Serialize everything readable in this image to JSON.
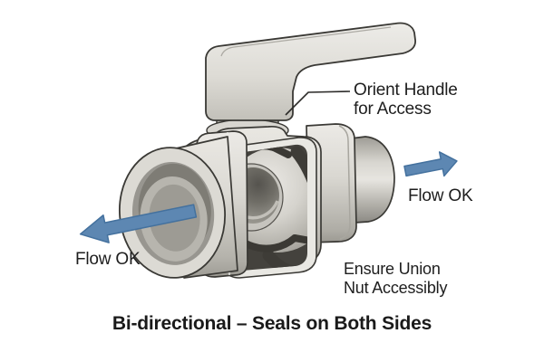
{
  "caption": "Bi-directional – Seals on Both Sides",
  "annotations": {
    "orient_handle": {
      "line1": "Orient Handle",
      "line2": "for Access"
    },
    "flow_right": "Flow OK",
    "flow_left": "Flow OK",
    "union_nut": {
      "line1": "Ensure Union",
      "line2": "Nut Accessibly"
    }
  },
  "colors": {
    "background": "#ffffff",
    "valve_body_light": "#e9e7e2",
    "valve_body_mid": "#dcdad4",
    "valve_body_shadow": "#a19f98",
    "cutaway_dark": "#44423d",
    "seal_dark": "#3e3c37",
    "arrow_blue": "#5d87b2",
    "arrow_blue_edge": "#44719e",
    "outline": "#3a3935",
    "text": "#1e1e1e"
  },
  "icons": {
    "flow_arrow_right": "flow-direction-arrow-right",
    "flow_arrow_left": "flow-direction-arrow-left"
  }
}
